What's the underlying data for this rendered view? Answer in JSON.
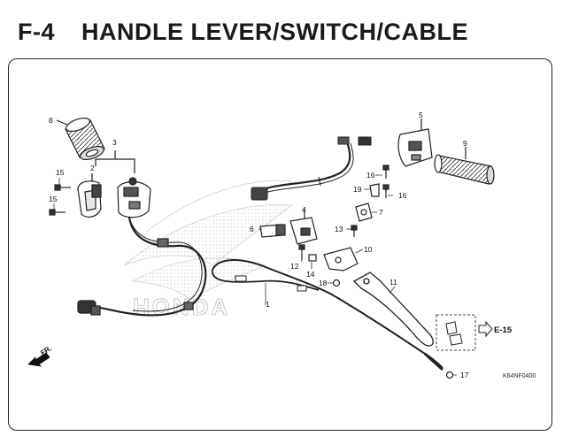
{
  "header": {
    "code": "F-4",
    "title": "HANDLE LEVER/SWITCH/CABLE"
  },
  "parts": {
    "p1": "1",
    "p2": "2",
    "p3": "3",
    "p4": "4",
    "p5": "5",
    "p6": "6",
    "p7": "7",
    "p8": "8",
    "p9": "9",
    "p10": "10",
    "p11": "11",
    "p12": "12",
    "p13": "13",
    "p14": "14",
    "p15a": "15",
    "p15b": "15",
    "p16a": "16",
    "p16b": "16",
    "p17": "17",
    "p18": "18",
    "p19": "19"
  },
  "reference": {
    "label": "E-15"
  },
  "direction": {
    "label": "FR."
  },
  "watermark": {
    "brand": "HONDA"
  },
  "drawing_code": "K64NF0400",
  "colors": {
    "line": "#222222",
    "watermark": "#c8c8c8",
    "frame": "#222222"
  }
}
